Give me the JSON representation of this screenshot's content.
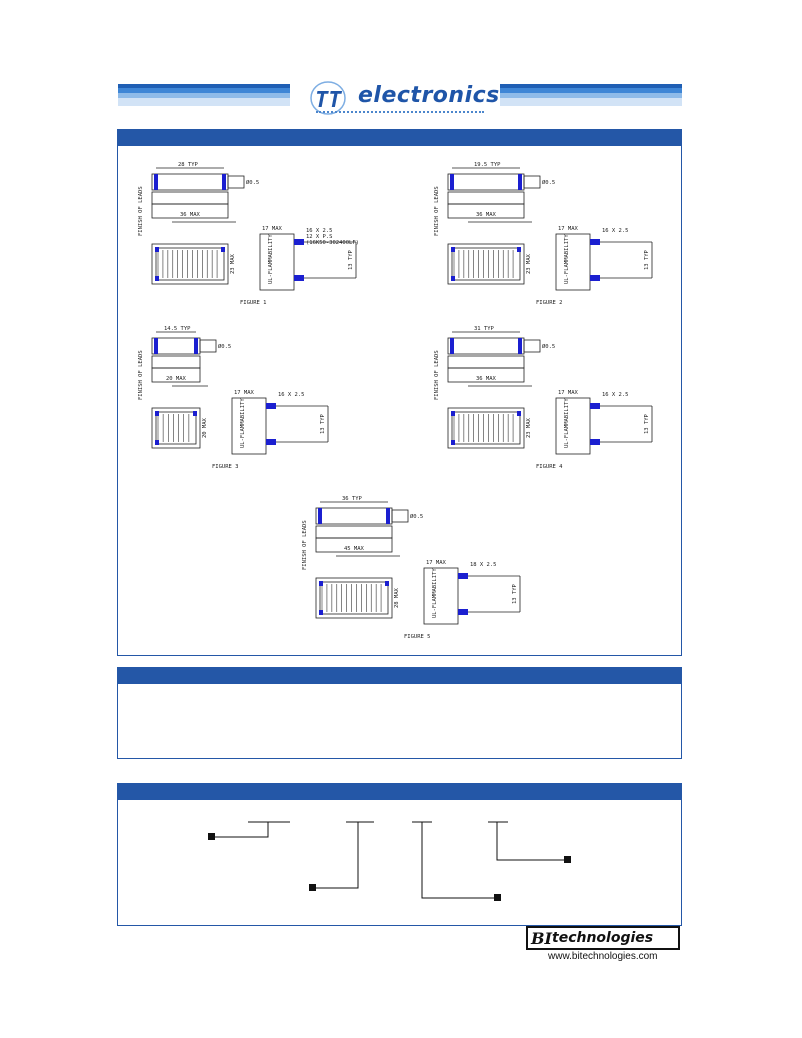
{
  "header": {
    "brand_text": "electronics",
    "brand_monogram": "TT"
  },
  "figures": [
    {
      "caption": "FIGURE 1",
      "top_dim": "28 TYP",
      "lead_dim": "Ø0.5",
      "side_label": "FINISH OF LEADS",
      "base_dim": "36 MAX",
      "height_dim": "23 MAX",
      "depth_dim": "17 MAX",
      "pin_labels": [
        "16 X 2.5",
        "12 X P.S",
        "(16K50-302400LF)"
      ],
      "body_marking": "UL-FLAMMABILITY",
      "side_dim": "13 TYP"
    },
    {
      "caption": "FIGURE 2",
      "top_dim": "19.5 TYP",
      "lead_dim": "Ø0.5",
      "side_label": "FINISH OF LEADS",
      "base_dim": "36 MAX",
      "height_dim": "23 MAX",
      "depth_dim": "17 MAX",
      "pin_labels": [
        "16 X 2.5"
      ],
      "body_marking": "UL-FLAMMABILITY",
      "side_dim": "13 TYP"
    },
    {
      "caption": "FIGURE 3",
      "top_dim": "14.5 TYP",
      "lead_dim": "Ø0.5",
      "side_label": "FINISH OF LEADS",
      "base_dim": "20 MAX",
      "height_dim": "20 MAX",
      "depth_dim": "17 MAX",
      "pin_labels": [
        "16 X 2.5"
      ],
      "body_marking": "UL-FLAMMABILITY",
      "side_dim": "13 TYP"
    },
    {
      "caption": "FIGURE 4",
      "top_dim": "31 TYP",
      "lead_dim": "Ø0.5",
      "side_label": "FINISH OF LEADS",
      "base_dim": "36 MAX",
      "height_dim": "23 MAX",
      "depth_dim": "17 MAX",
      "pin_labels": [
        "16 X 2.5"
      ],
      "body_marking": "UL-FLAMMABILITY",
      "side_dim": "13 TYP"
    },
    {
      "caption": "FIGURE 5",
      "top_dim": "36 TYP",
      "lead_dim": "Ø0.5",
      "side_label": "FINISH OF LEADS",
      "base_dim": "45 MAX",
      "height_dim": "28 MAX",
      "depth_dim": "17 MAX",
      "pin_labels": [
        "18 X 2.5"
      ],
      "body_marking": "UL-FLAMMABILITY",
      "side_dim": "13 TYP"
    }
  ],
  "footer": {
    "logo_bi": "BI",
    "logo_text": "technologies",
    "url": "www.bitechnologies.com"
  },
  "colors": {
    "brand_blue": "#2457a7",
    "pin_blue": "#1b1fd0"
  }
}
